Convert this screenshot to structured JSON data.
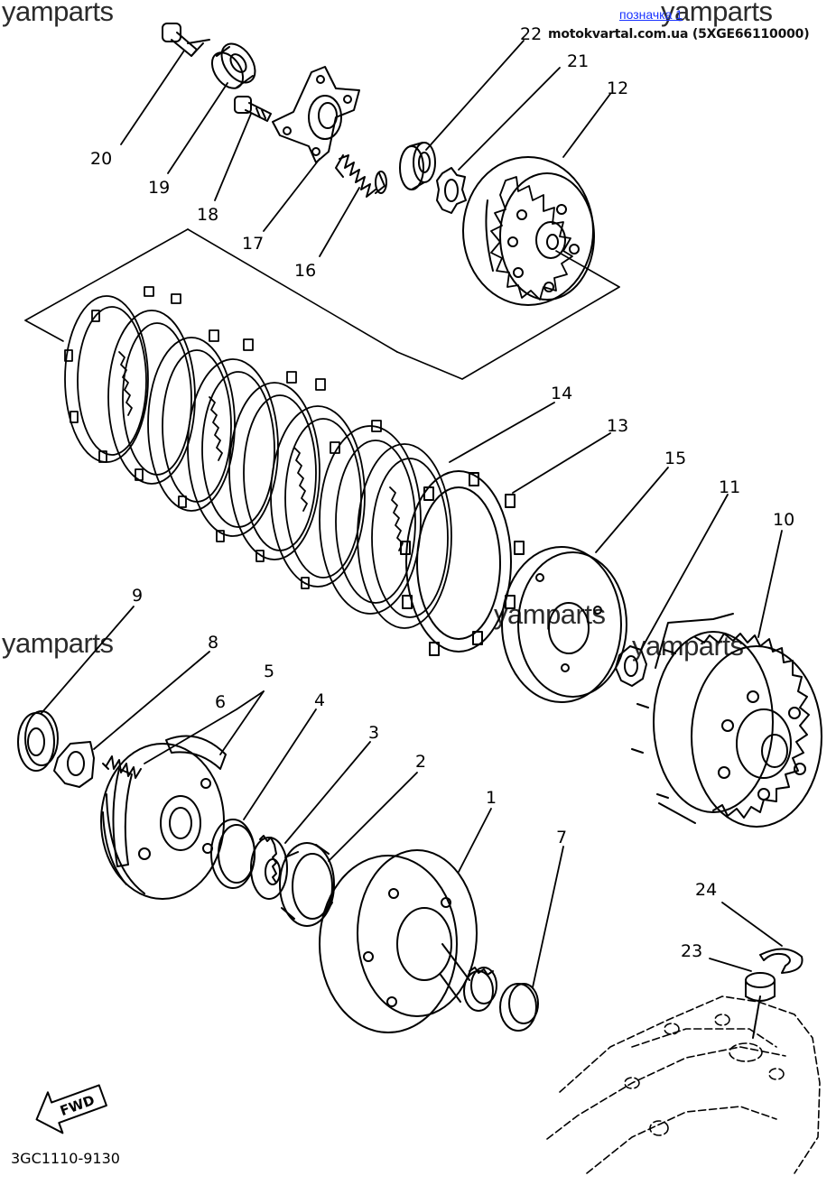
{
  "watermarks": [
    "yamparts",
    "yamparts",
    "yamparts",
    "yamparts",
    "yamparts"
  ],
  "bookmark_link": "позначка 1",
  "site_caption": "motokvartal.com.ua (5XGE66110000)",
  "drawing_code": "3GC1110-9130",
  "fwd_label": "FWD",
  "callouts": [
    "1",
    "2",
    "3",
    "4",
    "5",
    "6",
    "7",
    "8",
    "9",
    "10",
    "11",
    "12",
    "13",
    "14",
    "15",
    "16",
    "17",
    "18",
    "19",
    "20",
    "21",
    "22",
    "23",
    "24"
  ],
  "colors": {
    "line": "#000000",
    "paper": "#ffffff",
    "link": "#1a33ff",
    "watermark": "#2b2b2b"
  }
}
